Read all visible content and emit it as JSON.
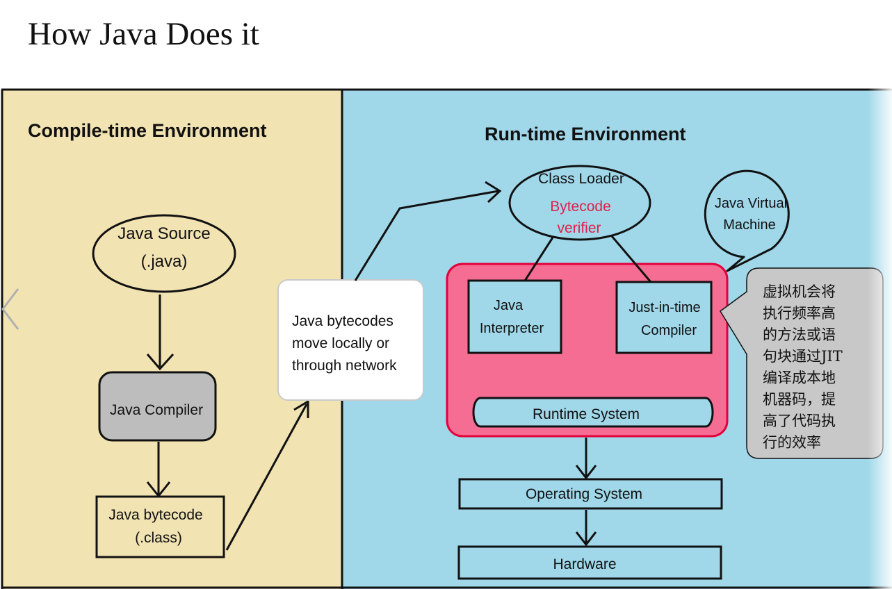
{
  "slide": {
    "title": "How Java Does it"
  },
  "compile_env": {
    "heading": "Compile-time Environment",
    "java_source": {
      "line1": "Java Source",
      "line2": "(.java)"
    },
    "java_compiler": "Java Compiler",
    "bytecode_file": {
      "line1": "Java bytecode",
      "line2": "(.class)"
    }
  },
  "transfer_note": {
    "line1": "Java bytecodes",
    "line2": "move locally or",
    "line3": "through  network"
  },
  "runtime_env": {
    "heading": "Run-time Environment",
    "class_loader": {
      "label": "Class Loader",
      "verifier_line1": "Bytecode",
      "verifier_line2": "verifier"
    },
    "jvm_bubble": {
      "line1": "Java Virtual",
      "line2": "Machine"
    },
    "java_interpreter": {
      "line1": "Java",
      "line2": "Interpreter"
    },
    "jit_compiler": {
      "line1": "Just-in-time",
      "line2": "Compiler"
    },
    "runtime_system": "Runtime System",
    "operating_system": "Operating System",
    "hardware": "Hardware"
  },
  "callout": {
    "lines": [
      "虚拟机会将",
      "执行频率高",
      "的方法或语",
      "句块通过JIT",
      "编译成本地",
      "机器码，提",
      "高了代码执",
      "行的效率"
    ]
  },
  "colors": {
    "compile_bg": "#f2e3b3",
    "runtime_bg": "#a0d8ea",
    "jvm_box": "#f56d93",
    "verifier_text": "#e0204a",
    "compiler_box": "#bdbdbd",
    "callout_bg": "#c8c8c8"
  },
  "icons": {
    "prev": "chevron-left-icon"
  }
}
